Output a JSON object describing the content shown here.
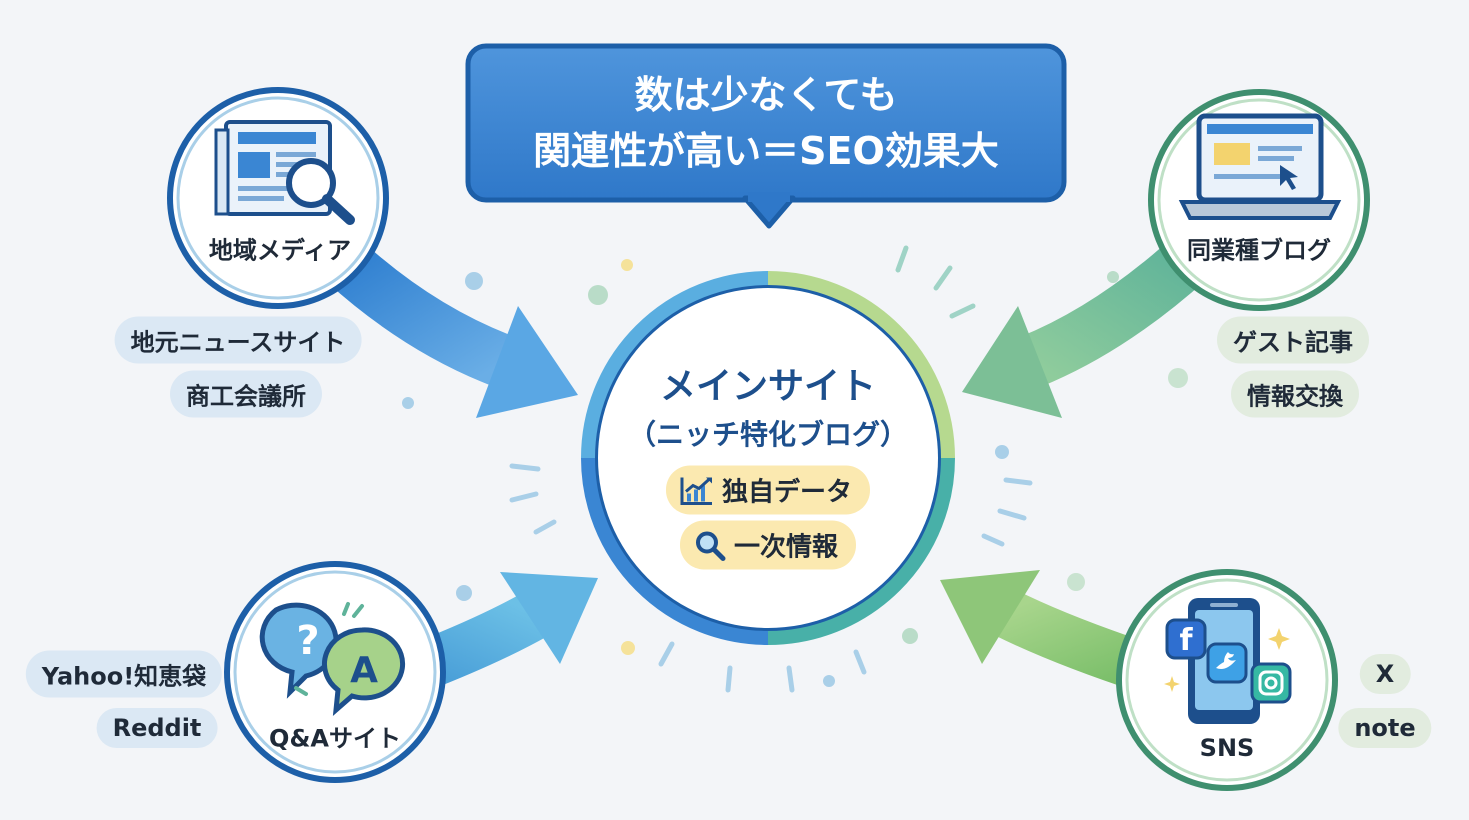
{
  "callout": {
    "line1": "数は少なくても",
    "line2": "関連性が高い＝SEO効果大"
  },
  "center": {
    "title": "メインサイト",
    "subtitle": "（ニッチ特化ブログ）",
    "chips": [
      {
        "label": "独自データ",
        "icon": "line-chart-icon"
      },
      {
        "label": "一次情報",
        "icon": "magnifier-icon"
      }
    ]
  },
  "nodes": {
    "local_media": {
      "label": "地域メディア",
      "icon": "newspaper-search-icon",
      "tags": [
        "地元ニュースサイト",
        "商工会議所"
      ]
    },
    "industry_blog": {
      "label": "同業種ブログ",
      "icon": "laptop-icon",
      "tags": [
        "ゲスト記事",
        "情報交換"
      ]
    },
    "qa_site": {
      "label": "Q&Aサイト",
      "icon": "qa-bubbles-icon",
      "tags": [
        "Yahoo!知恵袋",
        "Reddit"
      ]
    },
    "sns": {
      "label": "SNS",
      "icon": "smartphone-social-icon",
      "tags": [
        "X",
        "note"
      ]
    }
  },
  "colors": {
    "blue": "#3a86d3",
    "dark_blue": "#1d4f8c",
    "green": "#7cbf86",
    "teal": "#4aa6b5",
    "chip_yellow": "#fbe9b0"
  }
}
